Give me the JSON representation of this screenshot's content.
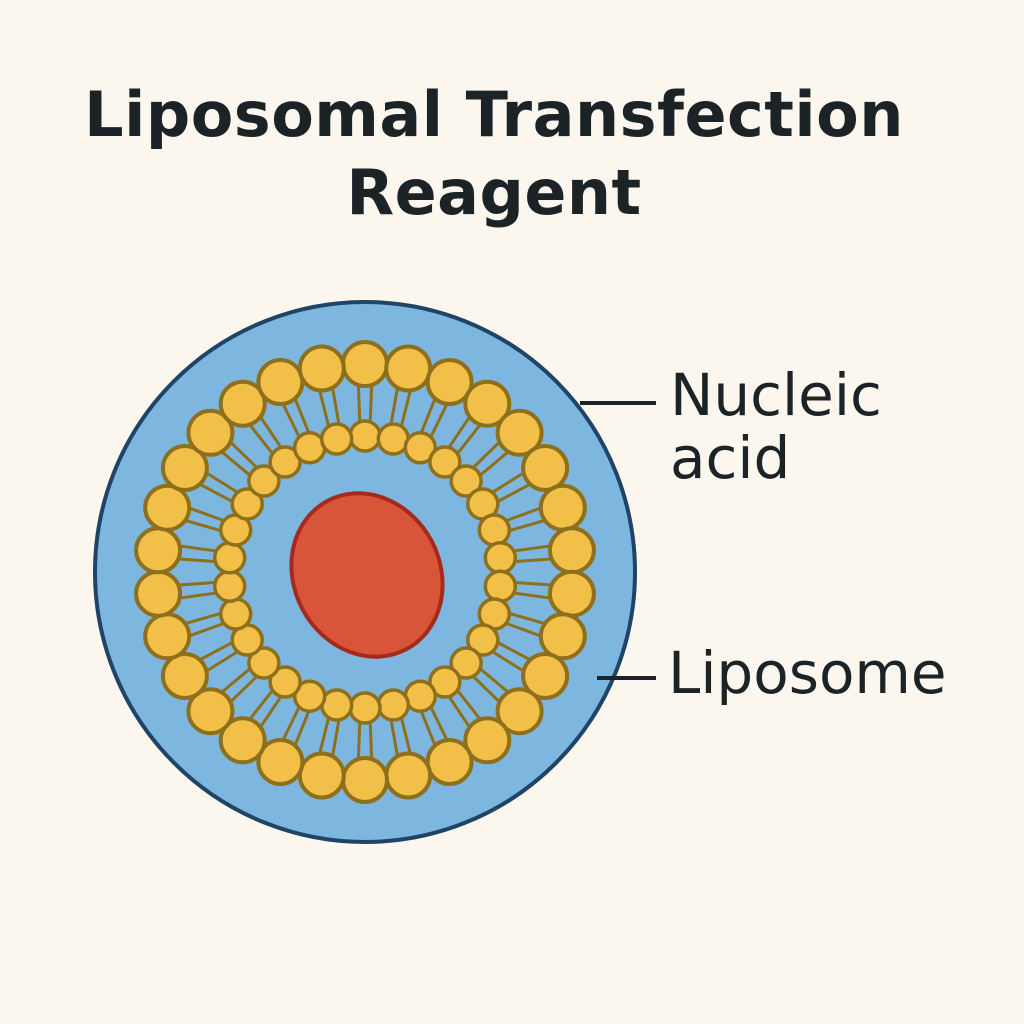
{
  "title": {
    "line1": "Liposomal Transfection",
    "line2": "Reagent"
  },
  "labels": {
    "nucleic_acid": [
      "Nucleic",
      "acid"
    ],
    "liposome": "Liposome"
  },
  "colors": {
    "background": "#fbf7ee",
    "liposome_fill": "#7db7df",
    "liposome_stroke": "#1f4466",
    "lipid_head_fill": "#f2c049",
    "lipid_stroke": "#8e6f1c",
    "nucleic_acid_fill": "#d9553a",
    "nucleic_acid_stroke": "#a52a1c",
    "text": "#1c2326"
  }
}
